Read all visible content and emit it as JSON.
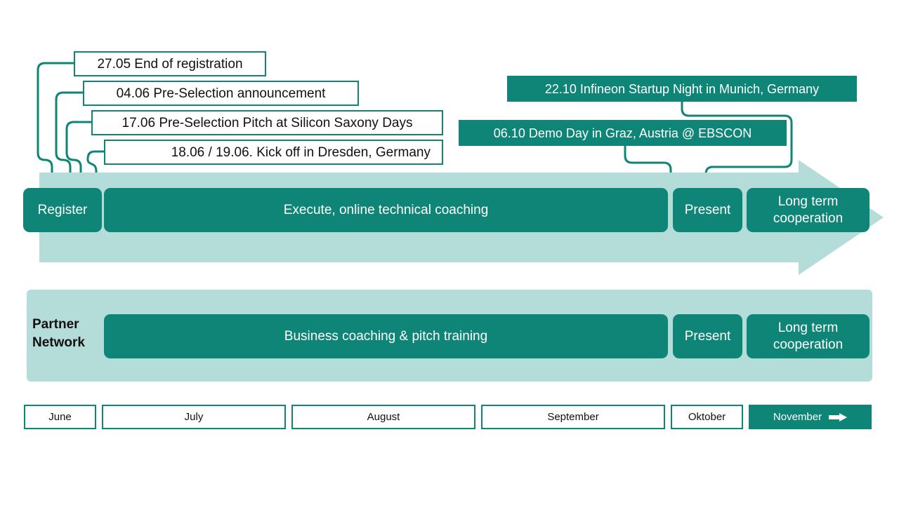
{
  "colors": {
    "teal_dark": "#0E8576",
    "teal_light": "#B4DCD8",
    "white": "#FFFFFF",
    "text_dark": "#111111"
  },
  "callouts_left": [
    {
      "text": "27.05 End of registration"
    },
    {
      "text": "04.06 Pre-Selection announcement"
    },
    {
      "text": "17.06 Pre-Selection Pitch at Silicon Saxony Days"
    },
    {
      "text": "18.06 / 19.06. Kick off in Dresden, Germany"
    }
  ],
  "callouts_right": [
    {
      "text": "22.10 Infineon Startup Night in Munich, Germany"
    },
    {
      "text": "06.10 Demo Day in Graz, Austria @ EBSCON"
    }
  ],
  "track_program": {
    "phases": [
      {
        "label": "Register"
      },
      {
        "label": "Execute, online technical coaching"
      },
      {
        "label": "Present"
      },
      {
        "label": "Long term cooperation"
      }
    ]
  },
  "track_partner": {
    "row_label": "Partner\nNetwork",
    "row_label_line1": "Partner",
    "row_label_line2": "Network",
    "phases": [
      {
        "label": "Business coaching & pitch training"
      },
      {
        "label": "Present"
      },
      {
        "label": "Long term cooperation"
      }
    ]
  },
  "timeline_months": [
    {
      "label": "June",
      "current": false
    },
    {
      "label": "July",
      "current": false
    },
    {
      "label": "August",
      "current": false
    },
    {
      "label": "September",
      "current": false
    },
    {
      "label": "Oktober",
      "current": false
    },
    {
      "label": "November",
      "current": true
    }
  ]
}
